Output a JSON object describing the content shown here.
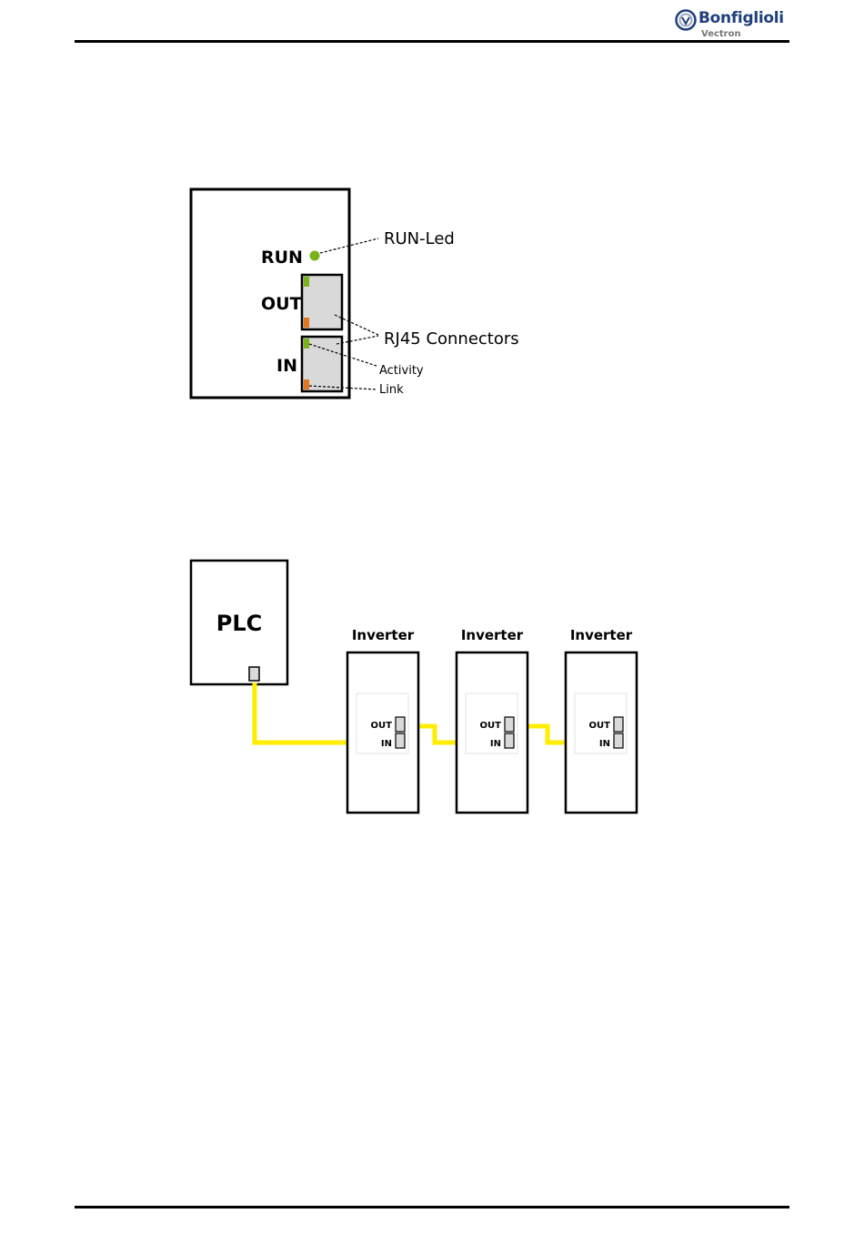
{
  "header": {
    "brand": "Bonfiglioli",
    "sub_brand": "Vectron",
    "brand_color": "#1f3f7a"
  },
  "module_diagram": {
    "labels": {
      "run": "RUN",
      "out": "OUT",
      "in": "IN"
    },
    "callouts": {
      "run_led": "RUN-Led",
      "rj45": "RJ45 Connectors",
      "activity": "Activity",
      "link": "Link"
    },
    "colors": {
      "run_led": "#7ab317",
      "activity_led": "#7ab317",
      "link_led": "#e2761b",
      "connector_fill": "#d9d9d9"
    }
  },
  "network_diagram": {
    "plc_label": "PLC",
    "inverters": [
      {
        "title": "Inverter",
        "out_label": "OUT",
        "in_label": "IN"
      },
      {
        "title": "Inverter",
        "out_label": "OUT",
        "in_label": "IN"
      },
      {
        "title": "Inverter",
        "out_label": "OUT",
        "in_label": "IN"
      }
    ],
    "cable_color": "#ffee00"
  }
}
